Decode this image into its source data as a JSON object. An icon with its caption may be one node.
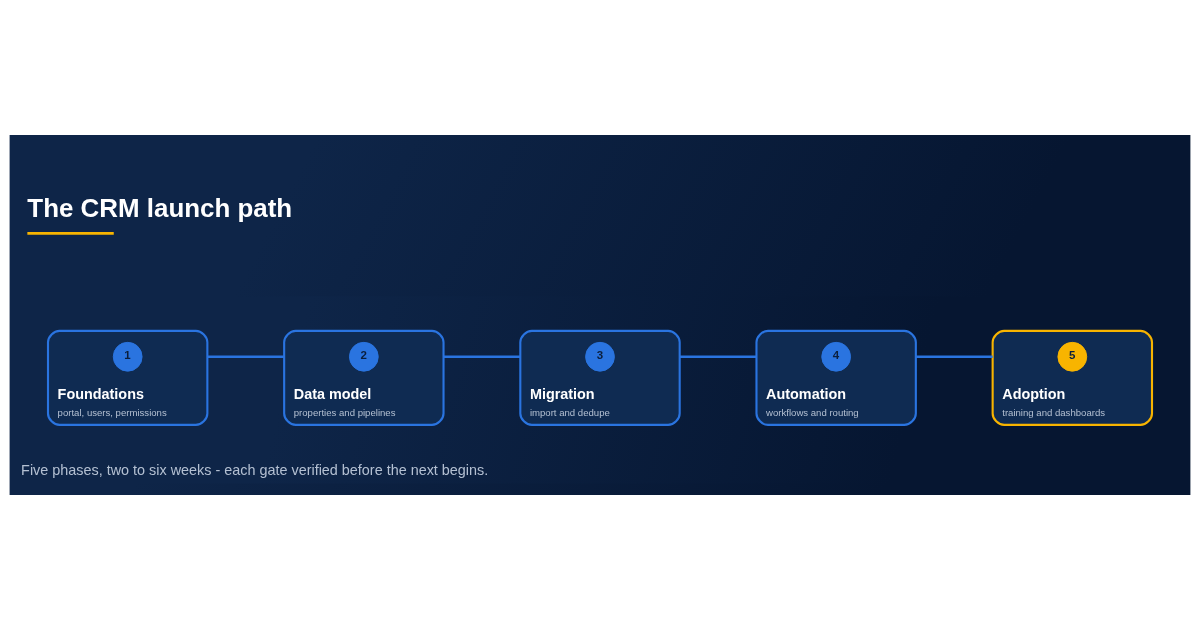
{
  "diagram": {
    "title": "The CRM launch path",
    "caption": "Five phases, two to six weeks - each gate verified before the next begins.",
    "nodes": [
      {
        "text": [
          "Foundations",
          "portal, users, permissions"
        ]
      },
      {
        "text": [
          "1"
        ],
        "in": 0
      },
      {
        "text": [
          "Data model",
          "properties and pipelines"
        ]
      },
      {
        "text": [
          "2"
        ],
        "in": 2
      },
      {
        "text": [
          "Migration",
          "import and dedupe"
        ]
      },
      {
        "text": [
          "3"
        ],
        "in": 4
      },
      {
        "text": [
          "Automation",
          "workflows and routing"
        ]
      },
      {
        "text": [
          "4"
        ],
        "in": 6
      },
      {
        "text": [
          "Adoption",
          "training and dashboards"
        ]
      },
      {
        "text": [
          "5"
        ],
        "in": 8
      }
    ],
    "edges": [
      {
        "from": 0,
        "to": 2,
        "arrow": "none"
      },
      {
        "from": 2,
        "to": 4,
        "arrow": "none"
      },
      {
        "from": 4,
        "to": 6,
        "arrow": "none"
      },
      {
        "from": 6,
        "to": 8,
        "arrow": "none"
      }
    ]
  }
}
